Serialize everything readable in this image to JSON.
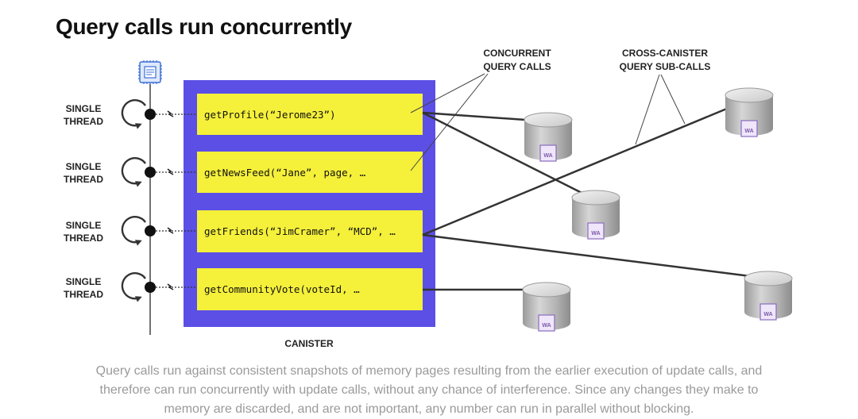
{
  "title": "Query calls run concurrently",
  "labels": {
    "concurrent_line1": "CONCURRENT",
    "concurrent_line2": "QUERY CALLS",
    "cross_line1": "CROSS-CANISTER",
    "cross_line2": "QUERY SUB-CALLS",
    "canister": "CANISTER"
  },
  "threads": [
    {
      "line1": "SINGLE",
      "line2": "THREAD"
    },
    {
      "line1": "SINGLE",
      "line2": "THREAD"
    },
    {
      "line1": "SINGLE",
      "line2": "THREAD"
    },
    {
      "line1": "SINGLE",
      "line2": "THREAD"
    }
  ],
  "calls": [
    "getProfile(“Jerome23”)",
    "getNewsFeed(“Jane”, page, …",
    "getFriends(“JimCramer”, “MCD”, …",
    "getCommunityVote(voteId, …"
  ],
  "canister_badge": "WA",
  "caption": {
    "line1": "Query calls run against consistent snapshots of memory pages resulting from the earlier execution of update calls, and",
    "line2": "therefore can run concurrently with update calls, without any chance of interference. Since any changes they make to",
    "line3": "memory are discarded, and are not important, any number can run in parallel without blocking."
  },
  "colors": {
    "canister_fill": "#5b4fe6",
    "call_box": "#f5f03a",
    "cylinder": "#b9b9b9",
    "arrow": "#333333"
  }
}
